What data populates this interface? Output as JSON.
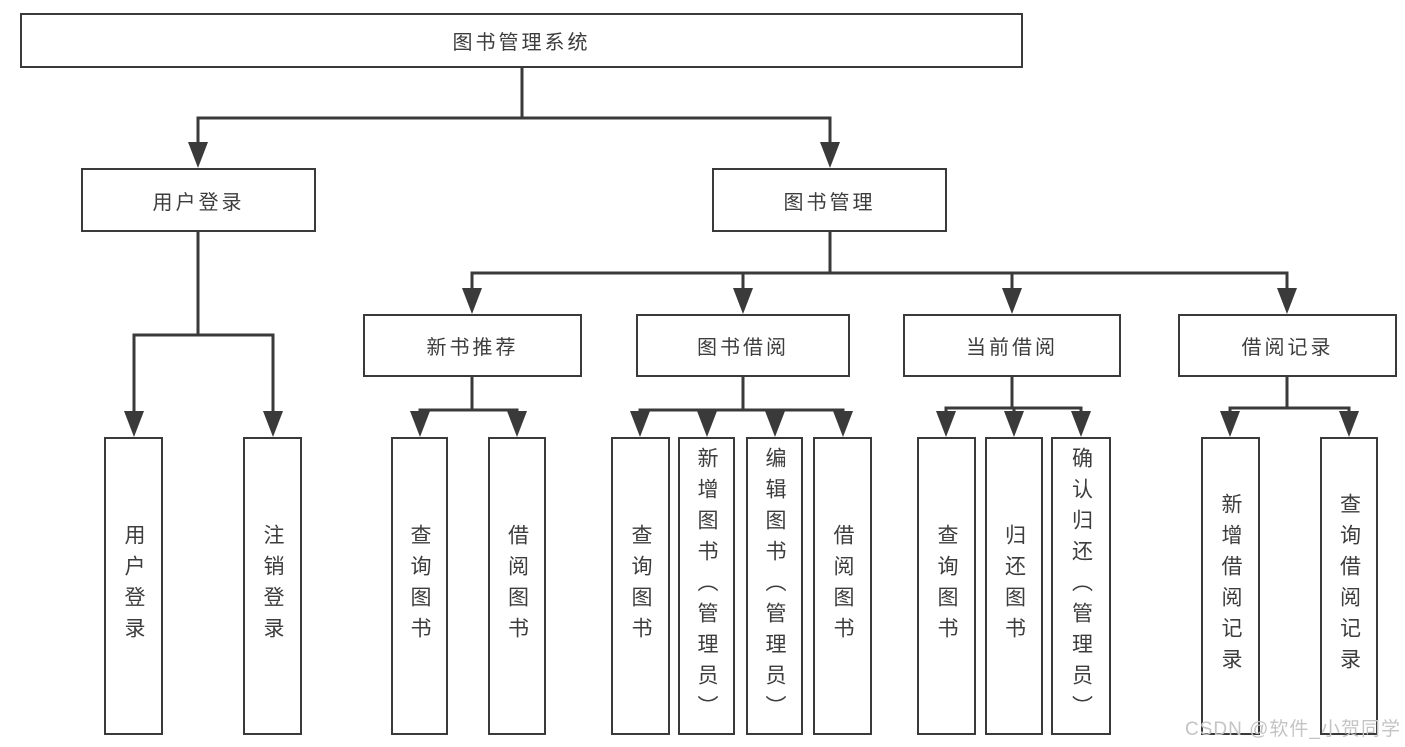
{
  "nodes": {
    "root": "图书管理系统",
    "user_login": {
      "label": "用户登录",
      "children": [
        "用户登录",
        "注销登录"
      ]
    },
    "book_management": {
      "label": "图书管理"
    },
    "new_book": {
      "label": "新书推荐",
      "children": [
        "查询图书",
        "借阅图书"
      ]
    },
    "book_borrow": {
      "label": "图书借阅",
      "children": [
        "查询图书",
        "新增图书（管理员）",
        "编辑图书（管理员）",
        "借阅图书"
      ]
    },
    "current_borrow": {
      "label": "当前借阅",
      "children": [
        "查询图书",
        "归还图书",
        "确认归还（管理员）"
      ]
    },
    "borrow_record": {
      "label": "借阅记录",
      "children": [
        "新增借阅记录",
        "查询借阅记录"
      ]
    }
  },
  "watermark": "CSDN @软件_小贺同学",
  "colors": {
    "line": "#3a3a3a",
    "text": "#3d3d3d",
    "watermark": "#c4c4c4",
    "background": "#ffffff"
  }
}
